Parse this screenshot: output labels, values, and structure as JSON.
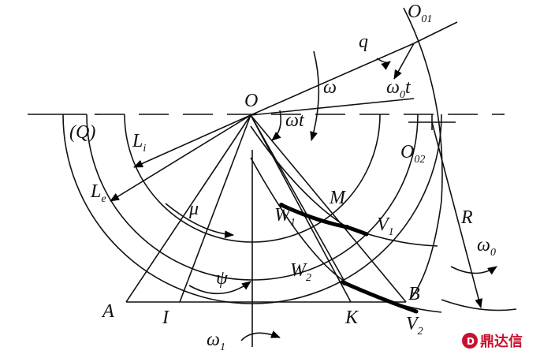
{
  "labels": {
    "O": "O",
    "O01": {
      "main": "O",
      "sub": "01"
    },
    "O02": {
      "main": "O",
      "sub": "02"
    },
    "q": "q",
    "omega": "ω",
    "omega0t": {
      "main": "ω",
      "sub": "0",
      "tail": "t"
    },
    "omegat": "ωt",
    "Q": "(Q)",
    "Li": {
      "main": "L",
      "sub": "i"
    },
    "Le": {
      "main": "L",
      "sub": "e"
    },
    "mu": "μ",
    "W1": {
      "main": "W",
      "sub": "1"
    },
    "W2": {
      "main": "W",
      "sub": "2"
    },
    "M": "M",
    "V1": {
      "main": "V",
      "sub": "1"
    },
    "V2": {
      "main": "V",
      "sub": "2"
    },
    "R": "R",
    "omega0": {
      "main": "ω",
      "sub": "0"
    },
    "psi": "ψ",
    "A": "A",
    "I": "I",
    "K": "K",
    "B": "B",
    "omega1": {
      "main": "ω",
      "sub": "1"
    }
  },
  "watermark": {
    "text": "鼎达信",
    "color": "#c8102e"
  }
}
